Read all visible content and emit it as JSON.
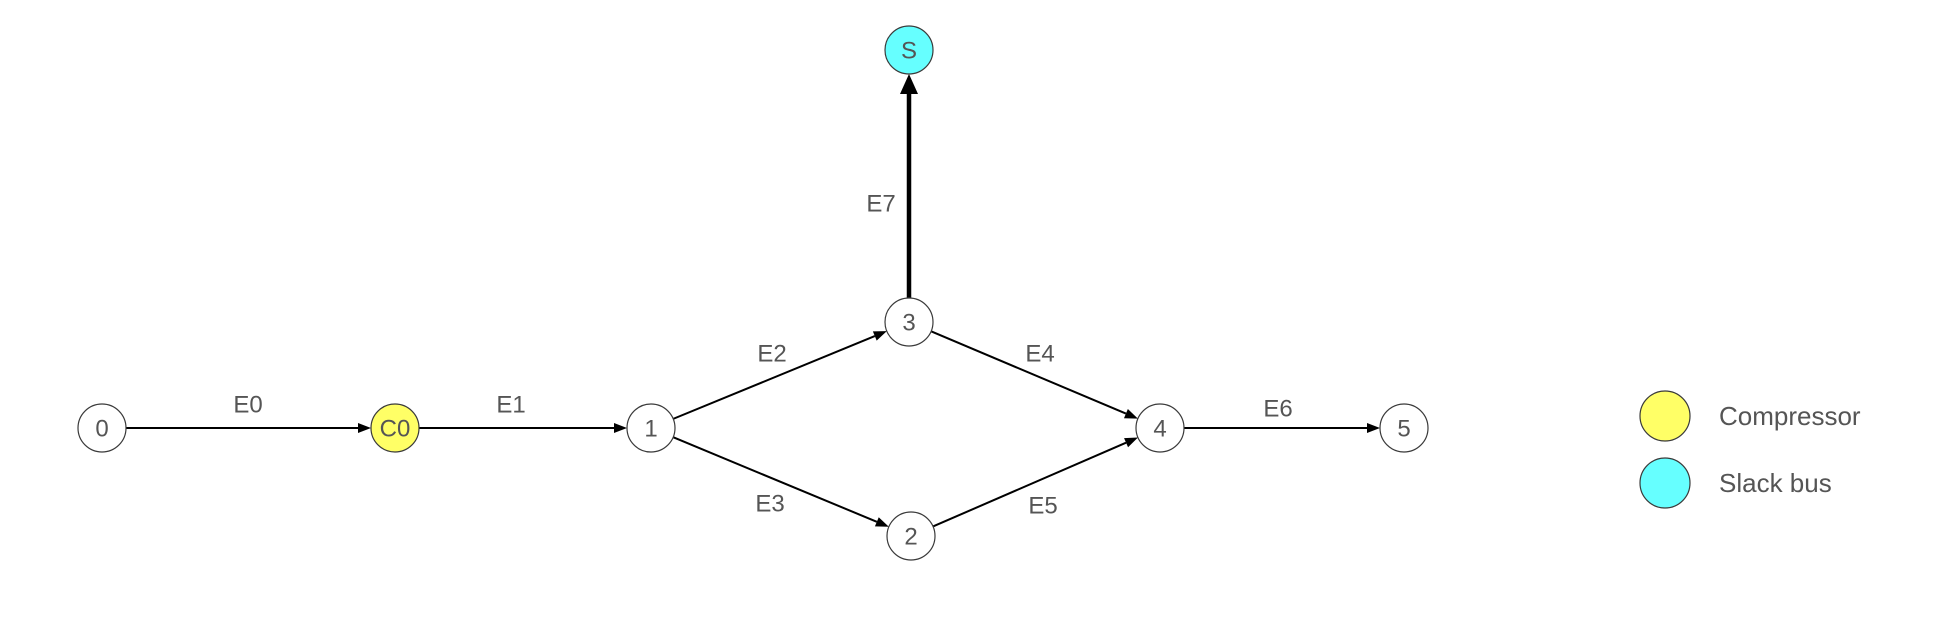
{
  "colors": {
    "default_node": "#ffffff",
    "compressor": "#ffff66",
    "slack_bus": "#66ffff",
    "edge": "#000000",
    "text": "#555555"
  },
  "nodes": [
    {
      "id": "n0",
      "label": "0",
      "type": "default"
    },
    {
      "id": "nC0",
      "label": "C0",
      "type": "compressor"
    },
    {
      "id": "n1",
      "label": "1",
      "type": "default"
    },
    {
      "id": "n2",
      "label": "2",
      "type": "default"
    },
    {
      "id": "n3",
      "label": "3",
      "type": "default"
    },
    {
      "id": "n4",
      "label": "4",
      "type": "default"
    },
    {
      "id": "n5",
      "label": "5",
      "type": "default"
    },
    {
      "id": "nS",
      "label": "S",
      "type": "slack_bus"
    }
  ],
  "edges": [
    {
      "id": "E0",
      "label": "E0",
      "from": "n0",
      "to": "nC0"
    },
    {
      "id": "E1",
      "label": "E1",
      "from": "nC0",
      "to": "n1"
    },
    {
      "id": "E2",
      "label": "E2",
      "from": "n1",
      "to": "n3"
    },
    {
      "id": "E3",
      "label": "E3",
      "from": "n1",
      "to": "n2"
    },
    {
      "id": "E4",
      "label": "E4",
      "from": "n3",
      "to": "n4"
    },
    {
      "id": "E5",
      "label": "E5",
      "from": "n2",
      "to": "n4"
    },
    {
      "id": "E6",
      "label": "E6",
      "from": "n4",
      "to": "n5"
    },
    {
      "id": "E7",
      "label": "E7",
      "from": "n3",
      "to": "nS",
      "emphasis": true
    }
  ],
  "legend": {
    "items": [
      {
        "label": "Compressor",
        "type": "compressor"
      },
      {
        "label": "Slack bus",
        "type": "slack_bus"
      }
    ]
  }
}
